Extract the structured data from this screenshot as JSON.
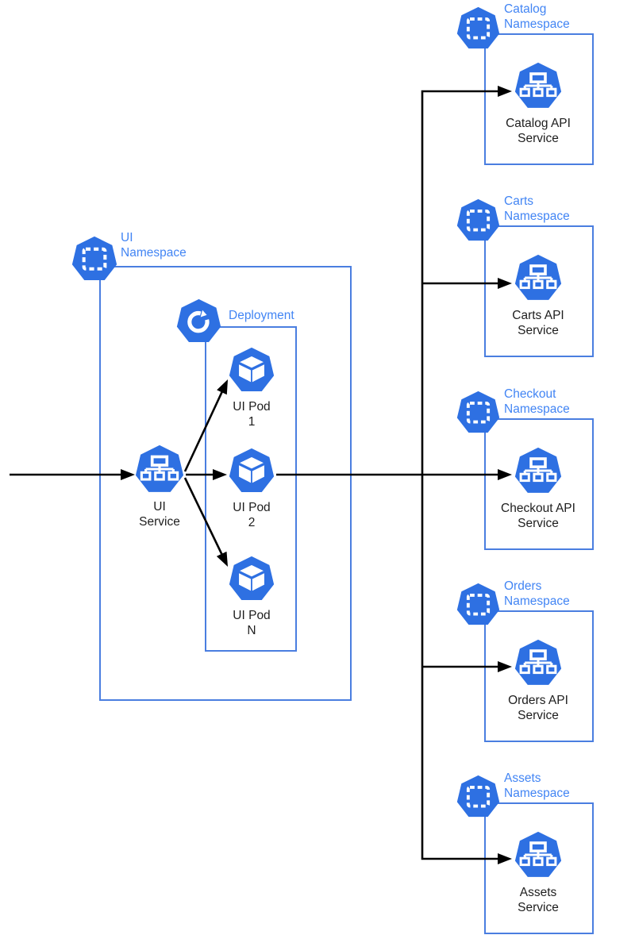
{
  "colors": {
    "icon_blue": "#2E70E2",
    "border_blue": "#4A7EE0",
    "label_blue": "#4285F4",
    "text_dark": "#1E1E1E",
    "arrow_black": "#000000",
    "background": "#FFFFFF"
  },
  "ui_namespace": {
    "label": "UI Namespace",
    "service_label": "UI Service",
    "deployment": {
      "label": "Deployment",
      "pods": [
        "UI Pod 1",
        "UI Pod 2",
        "UI Pod N"
      ]
    }
  },
  "namespaces": [
    {
      "label": "Catalog Namespace",
      "service": "Catalog API Service"
    },
    {
      "label": "Carts Namespace",
      "service": "Carts API Service"
    },
    {
      "label": "Checkout Namespace",
      "service": "Checkout API Service"
    },
    {
      "label": "Orders Namespace",
      "service": "Orders API Service"
    },
    {
      "label": "Assets Namespace",
      "service": "Assets Service"
    }
  ],
  "icons": {
    "namespace": "k8s-namespace-icon",
    "service": "k8s-service-icon",
    "pod": "k8s-pod-icon",
    "deployment": "k8s-deployment-icon"
  }
}
